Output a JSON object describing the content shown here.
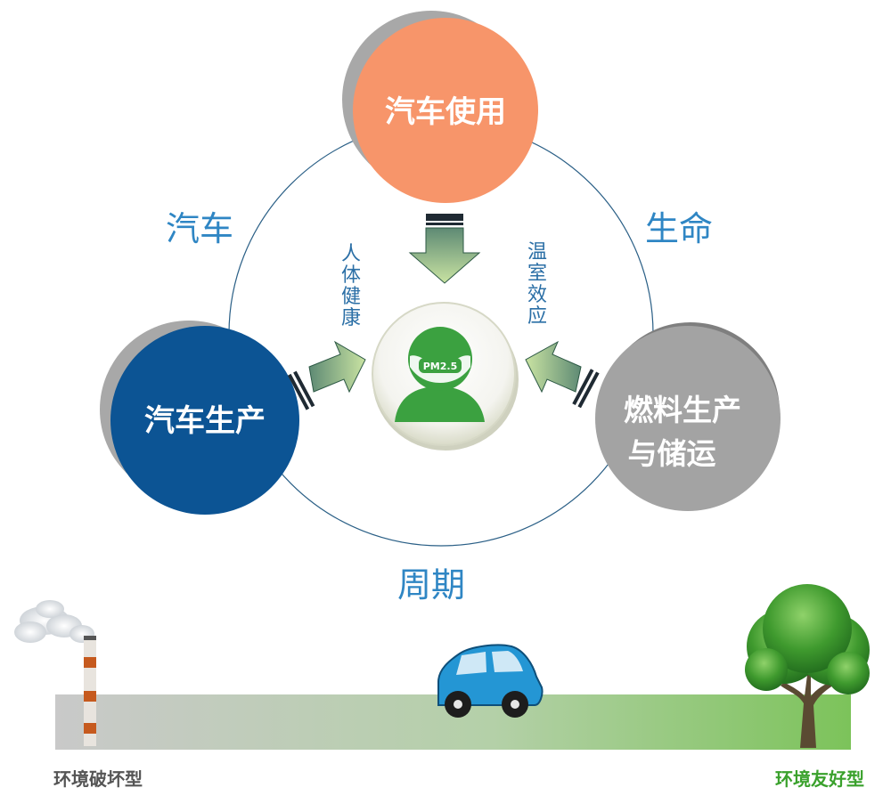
{
  "diagram": {
    "nodes": {
      "top": {
        "label": "汽车使用",
        "color": "#f7956a"
      },
      "left": {
        "label": "汽车生产",
        "color": "#0c5494"
      },
      "right": {
        "line1": "燃料生产",
        "line2": "与储运",
        "color": "#a3a3a3"
      }
    },
    "center": {
      "badge_text": "PM2.5",
      "icon": "person-with-mask-icon",
      "color": "#3ba140"
    },
    "ring_labels": {
      "left": "汽车",
      "right": "生命",
      "bottom": "周期"
    },
    "arrow_labels": {
      "left": [
        "人",
        "体",
        "健",
        "康"
      ],
      "right": [
        "温",
        "室",
        "效",
        "应"
      ]
    }
  },
  "bottom_bar": {
    "left_label": "环境破坏型",
    "right_label": "环境友好型",
    "left_color": "#c8c8c8",
    "right_color": "#7fc35c",
    "left_label_color": "#555555",
    "right_label_color": "#3aa12c",
    "icons": [
      "smokestack-icon",
      "car-icon",
      "tree-icon"
    ]
  }
}
